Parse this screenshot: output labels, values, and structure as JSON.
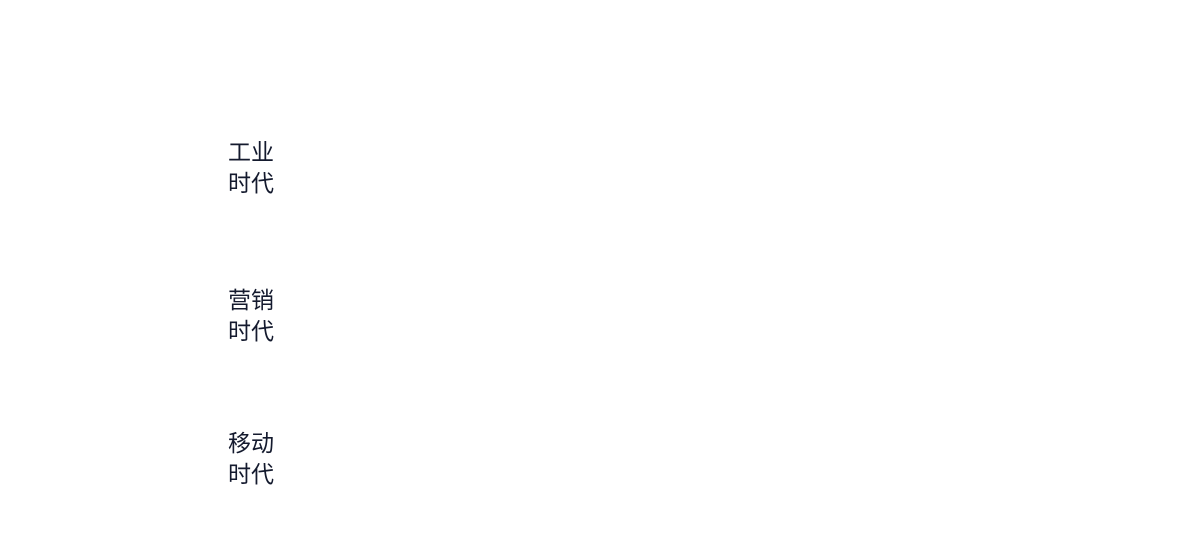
{
  "eras": [
    {
      "line1": "工业",
      "line2": "时代"
    },
    {
      "line1": "营销",
      "line2": "时代"
    },
    {
      "line1": "移动",
      "line2": "时代"
    }
  ],
  "colors": {
    "background": "#ffffff",
    "text": "#141a2e"
  }
}
